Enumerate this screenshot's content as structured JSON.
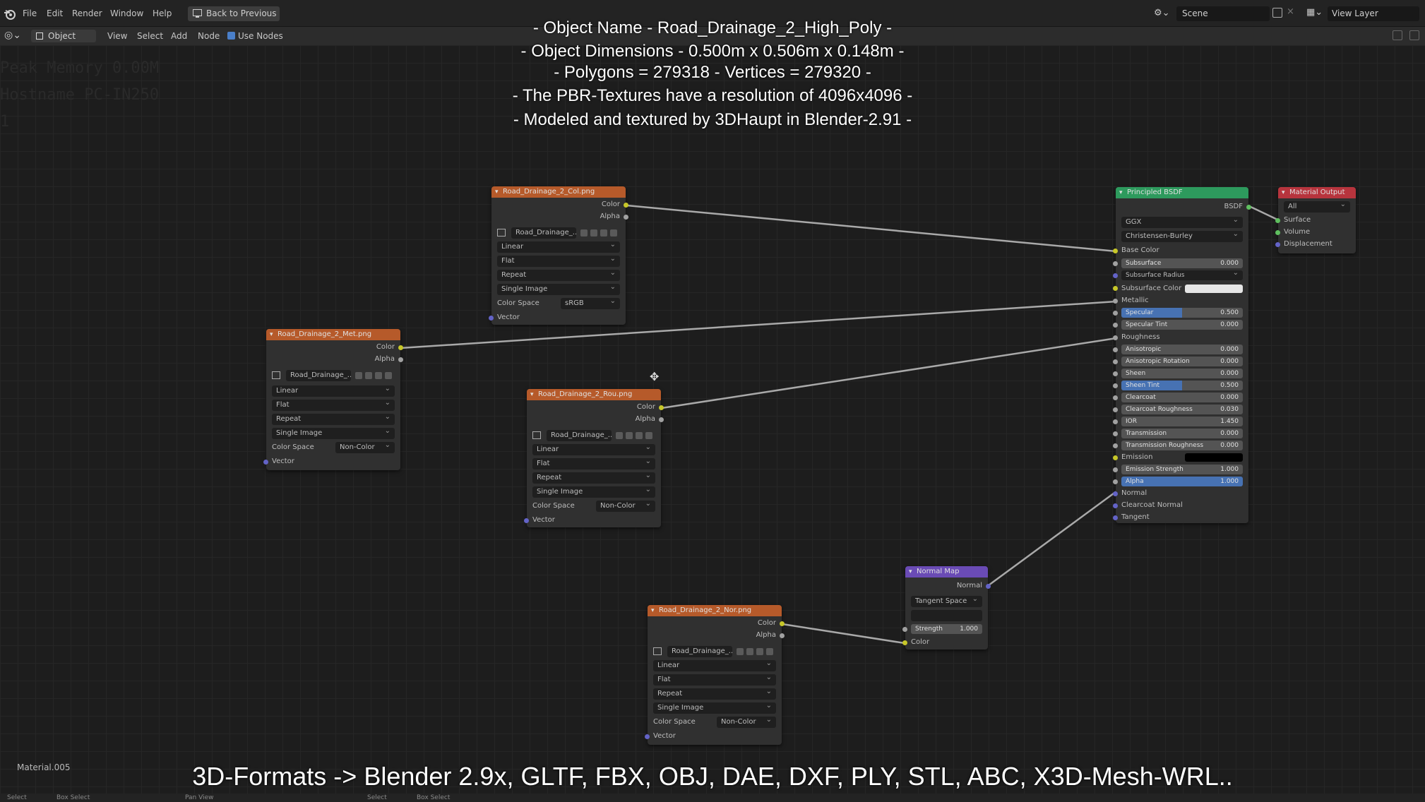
{
  "topbar": {
    "menus": [
      "File",
      "Edit",
      "Render",
      "Window",
      "Help"
    ],
    "back_label": "Back to Previous",
    "scene_label": "Scene",
    "view_layer_label": "View Layer"
  },
  "header": {
    "object_mode": "Object",
    "menus": [
      "View",
      "Select",
      "Add",
      "Node"
    ],
    "use_nodes_label": "Use Nodes"
  },
  "ghost_text": [
    "Peak Memory 0.00M",
    "Hostname PC-IN250",
    "1"
  ],
  "overlay": {
    "lines": [
      "- Object Name - Road_Drainage_2_High_Poly -",
      "- Object Dimensions - 0.500m x 0.506m x 0.148m -",
      "- Polygons = 279318 - Vertices = 279320 -",
      "- The PBR-Textures have a resolution of 4096x4096 -",
      "- Modeled and textured by 3DHaupt in Blender-2.91 -"
    ],
    "formats": "3D-Formats -> Blender 2.9x, GLTF, FBX, OBJ, DAE, DXF, PLY, STL, ABC, X3D-Mesh-WRL.."
  },
  "material_name": "Material.005",
  "nodes": {
    "col": {
      "title": "Road_Drainage_2_Col.png",
      "out_color": "Color",
      "out_alpha": "Alpha",
      "image": "Road_Drainage_...",
      "interp": "Linear",
      "proj": "Flat",
      "ext": "Repeat",
      "src": "Single Image",
      "cs_label": "Color Space",
      "cs_value": "sRGB",
      "vector": "Vector"
    },
    "met": {
      "title": "Road_Drainage_2_Met.png",
      "out_color": "Color",
      "out_alpha": "Alpha",
      "image": "Road_Drainage_...",
      "interp": "Linear",
      "proj": "Flat",
      "ext": "Repeat",
      "src": "Single Image",
      "cs_label": "Color Space",
      "cs_value": "Non-Color",
      "vector": "Vector"
    },
    "rou": {
      "title": "Road_Drainage_2_Rou.png",
      "out_color": "Color",
      "out_alpha": "Alpha",
      "image": "Road_Drainage_...",
      "interp": "Linear",
      "proj": "Flat",
      "ext": "Repeat",
      "src": "Single Image",
      "cs_label": "Color Space",
      "cs_value": "Non-Color",
      "vector": "Vector"
    },
    "nor": {
      "title": "Road_Drainage_2_Nor.png",
      "out_color": "Color",
      "out_alpha": "Alpha",
      "image": "Road_Drainage_...",
      "interp": "Linear",
      "proj": "Flat",
      "ext": "Repeat",
      "src": "Single Image",
      "cs_label": "Color Space",
      "cs_value": "Non-Color",
      "vector": "Vector"
    },
    "normal_map": {
      "title": "Normal Map",
      "out_normal": "Normal",
      "space": "Tangent Space",
      "uv": "",
      "strength_label": "Strength",
      "strength_value": "1.000",
      "in_color": "Color"
    },
    "bsdf": {
      "title": "Principled BSDF",
      "out": "BSDF",
      "dist": "GGX",
      "sss": "Christensen-Burley",
      "base_color": "Base Color",
      "subsurface": "Subsurface",
      "subsurface_val": "0.000",
      "subsurface_radius": "Subsurface Radius",
      "subsurface_color": "Subsurface Color",
      "metallic": "Metallic",
      "specular": "Specular",
      "specular_val": "0.500",
      "specular_tint": "Specular Tint",
      "specular_tint_val": "0.000",
      "roughness": "Roughness",
      "anisotropic": "Anisotropic",
      "anisotropic_val": "0.000",
      "aniso_rot": "Anisotropic Rotation",
      "aniso_rot_val": "0.000",
      "sheen": "Sheen",
      "sheen_val": "0.000",
      "sheen_tint": "Sheen Tint",
      "sheen_tint_val": "0.500",
      "clearcoat": "Clearcoat",
      "clearcoat_val": "0.000",
      "clearcoat_rough": "Clearcoat Roughness",
      "clearcoat_rough_val": "0.030",
      "ior": "IOR",
      "ior_val": "1.450",
      "transmission": "Transmission",
      "transmission_val": "0.000",
      "trans_rough": "Transmission Roughness",
      "trans_rough_val": "0.000",
      "emission": "Emission",
      "emission_strength": "Emission Strength",
      "emission_strength_val": "1.000",
      "alpha": "Alpha",
      "alpha_val": "1.000",
      "normal": "Normal",
      "clearcoat_normal": "Clearcoat Normal",
      "tangent": "Tangent"
    },
    "output": {
      "title": "Material Output",
      "target": "All",
      "surface": "Surface",
      "volume": "Volume",
      "displacement": "Displacement"
    }
  },
  "status": [
    "Select",
    "Box Select",
    "Pan View",
    "Select",
    "Box Select"
  ]
}
